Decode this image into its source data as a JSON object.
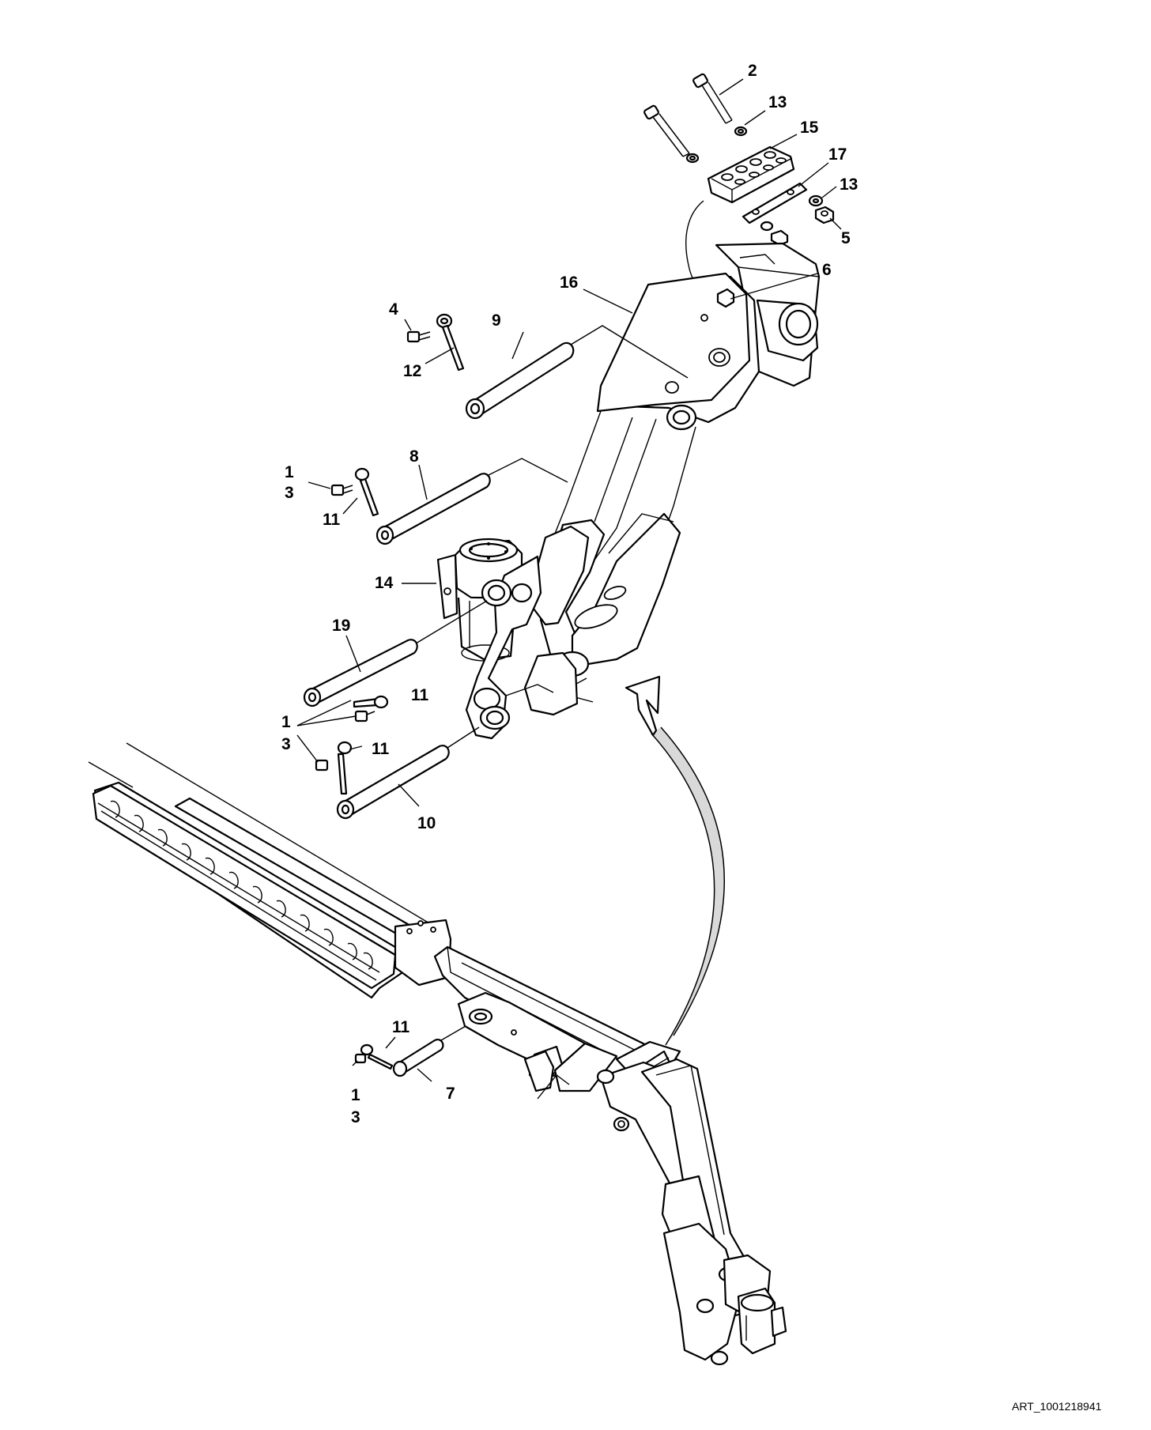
{
  "callouts": {
    "c2": "2",
    "c13a": "13",
    "c15": "15",
    "c17": "17",
    "c13b": "13",
    "c5": "5",
    "c6": "6",
    "c16": "16",
    "c4": "4",
    "c9": "9",
    "c12": "12",
    "c8": "8",
    "c1a": "1",
    "c3a": "3",
    "c11a": "11",
    "c14": "14",
    "c19": "19",
    "c11b": "11",
    "c1b": "1",
    "c3b": "3",
    "c11c": "11",
    "c10": "10",
    "c11d": "11",
    "c1c": "1",
    "c3c": "3",
    "c7": "7"
  },
  "art_reference": "ART_1001218941"
}
